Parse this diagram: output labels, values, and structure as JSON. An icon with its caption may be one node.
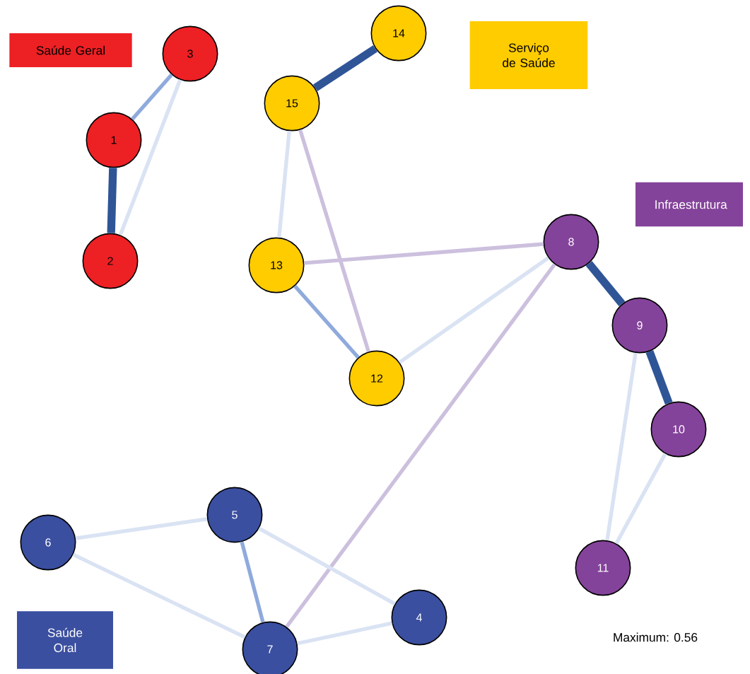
{
  "diagram": {
    "nodes": [
      {
        "text": [
          "1"
        ]
      },
      {
        "text": [
          "2"
        ]
      },
      {
        "text": [
          "3"
        ]
      },
      {
        "text": [
          "4"
        ]
      },
      {
        "text": [
          "5"
        ]
      },
      {
        "text": [
          "6"
        ]
      },
      {
        "text": [
          "7"
        ]
      },
      {
        "text": [
          "8"
        ]
      },
      {
        "text": [
          "9"
        ]
      },
      {
        "text": [
          "10"
        ]
      },
      {
        "text": [
          "11"
        ]
      },
      {
        "text": [
          "12"
        ]
      },
      {
        "text": [
          "13"
        ]
      },
      {
        "text": [
          "14"
        ]
      },
      {
        "text": [
          "15"
        ]
      }
    ],
    "edges": [
      {
        "from": 0,
        "to": 2,
        "arrow": "none",
        "color": "#8faadc"
      },
      {
        "from": 1,
        "to": 2,
        "arrow": "none"
      },
      {
        "from": 0,
        "to": 1,
        "arrow": "none",
        "style": "thick",
        "color": "#2f5597"
      },
      {
        "from": 13,
        "to": 14,
        "arrow": "none",
        "style": "thick",
        "color": "#2f5597"
      },
      {
        "from": 14,
        "to": 12,
        "arrow": "none"
      },
      {
        "from": 14,
        "to": 11,
        "arrow": "none",
        "color": "#ccc0de"
      },
      {
        "from": 12,
        "to": 7,
        "arrow": "none",
        "color": "#ccc0de"
      },
      {
        "from": 12,
        "to": 11,
        "arrow": "none",
        "color": "#8faadc"
      },
      {
        "from": 11,
        "to": 7,
        "arrow": "none"
      },
      {
        "from": 7,
        "to": 8,
        "arrow": "none",
        "style": "thick",
        "color": "#2f5597"
      },
      {
        "from": 8,
        "to": 9,
        "arrow": "none",
        "style": "thick",
        "color": "#2f5597"
      },
      {
        "from": 8,
        "to": 10,
        "arrow": "none"
      },
      {
        "from": 9,
        "to": 10,
        "arrow": "none"
      },
      {
        "from": 7,
        "to": 6,
        "arrow": "none",
        "color": "#ccc0de"
      },
      {
        "from": 5,
        "to": 4,
        "arrow": "none"
      },
      {
        "from": 5,
        "to": 6,
        "arrow": "none"
      },
      {
        "from": 4,
        "to": 6,
        "arrow": "none",
        "color": "#8faadc"
      },
      {
        "from": 4,
        "to": 3,
        "arrow": "none"
      },
      {
        "from": 3,
        "to": 6,
        "arrow": "none"
      }
    ],
    "labels": [
      "Maximum: 0.56"
    ],
    "legend": [
      {
        "text": "Saúde Geral",
        "color": "#ed2024"
      },
      {
        "text": "Serviço de Saúde",
        "color": "#ffcc00"
      },
      {
        "text": "Infraestrutura",
        "color": "#84439a"
      },
      {
        "text": "Saúde Oral",
        "color": "#3a4fa0"
      }
    ]
  }
}
